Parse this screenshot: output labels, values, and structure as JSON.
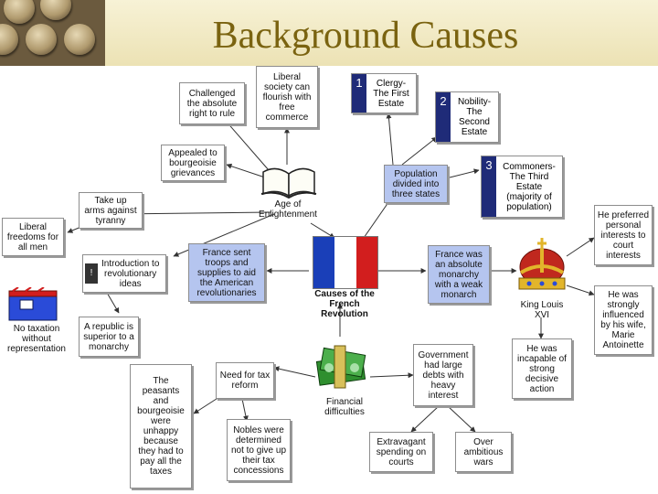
{
  "slide": {
    "title": "Background Causes"
  },
  "colors": {
    "title": "#7a6310",
    "blue_box": "#b5c5ef",
    "number_tab": "#1f2b78",
    "flag_blue": "#1a3fb8",
    "flag_red": "#d21e1e"
  },
  "center": {
    "label": "Causes of the\nFrench\nRevolution"
  },
  "hubs": {
    "enlightenment": "Age of\nEnlightenment",
    "financial": "Financial\ndifficulties",
    "king": "King Louis\nXVI"
  },
  "nodes": {
    "challenged_rule": "Challenged\nthe absolute\nright to rule",
    "liberal_society": "Liberal\nsociety can\nflourish with\nfree\ncommerce",
    "bourgeois": "Appealed to\nbourgeoisie\ngrievances",
    "take_arms": "Take up\narms against\ntyranny",
    "liberal_freedoms": "Liberal\nfreedoms for\nall men",
    "intro_ideas": "Introduction to\nrevolutionary\nideas",
    "taxation_label": "No taxation\nwithout\nrepresentation",
    "republic": "A republic is\nsuperior to a\nmonarchy",
    "france_sent": "France sent\ntroops and\nsupplies to aid\nthe American\nrevolutionaries",
    "population": "Population\ndivided into\nthree states",
    "absolute_monarchy": "France was\nan absolute\nmonarchy\nwith a weak\nmonarch",
    "preferred": "He preferred\npersonal\ninterests to\ncourt\ninterests",
    "influenced": "He was\nstrongly\ninfluenced\nby his wife,\nMarie\nAntoinette",
    "incapable": "He was\nincapable of\nstrong\ndecisive\naction",
    "government_debts": "Government\nhad large\ndebts with\nheavy\ninterest",
    "tax_reform": "Need for tax\nreform",
    "nobles": "Nobles were\ndetermined\nnot to give up\ntheir tax\nconcessions",
    "peasants": "The\npeasants\nand\nbourgeoisie\nwere\nunhappy\nbecause\nthey had to\npay all the\ntaxes",
    "extravagant": "Extravagant\nspending on\ncourts",
    "wars": "Over\nambitious\nwars"
  },
  "estates": [
    {
      "num": "1",
      "text": "Clergy-\nThe First\nEstate"
    },
    {
      "num": "2",
      "text": "Nobility-\nThe\nSecond\nEstate"
    },
    {
      "num": "3",
      "text": "Commoners-\nThe Third\nEstate\n(majority of\npopulation)"
    }
  ]
}
